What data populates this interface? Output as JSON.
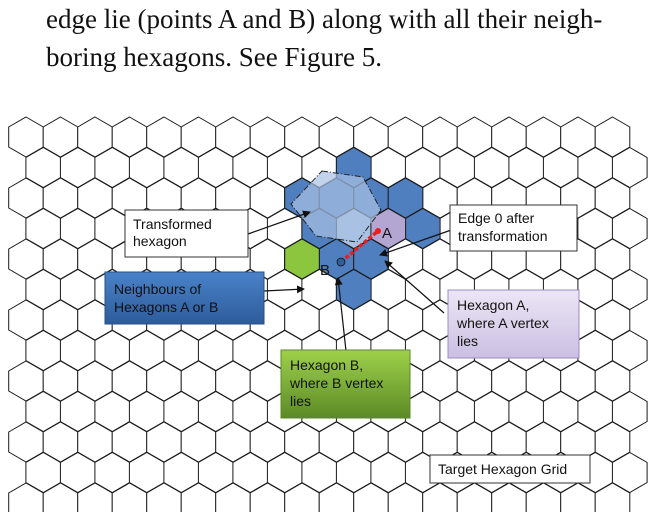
{
  "paragraph": {
    "line1": "edge lie (points A and B) along with all their neigh-",
    "line2": "boring hexagons. See Figure 5."
  },
  "figure": {
    "callouts": {
      "transformed_hexagon": [
        "Transformed",
        "hexagon"
      ],
      "edge0": [
        "Edge 0 after",
        "transformation"
      ],
      "neighbours": [
        "Neighbours of",
        "Hexagons A or B"
      ],
      "hexagon_a": [
        "Hexagon A,",
        "where A vertex",
        "lies"
      ],
      "hexagon_b": [
        "Hexagon B,",
        "where B vertex",
        "lies"
      ],
      "target_grid": [
        "Target Hexagon Grid"
      ]
    },
    "point_labels": {
      "a": "A",
      "b": "B"
    },
    "colors": {
      "neighbour_fill": "#4f7fbf",
      "neighbour_dark": "#2e5f9a",
      "hexagon_a_fill": "#b4a6d2",
      "hexagon_b_fill": "#8cc63e",
      "transformed_fill": "#a9c1e3",
      "edge": "#e62020",
      "hexagon_a_box": "#e0d8ee",
      "hexagon_b_box": "#7aa637",
      "neighbours_box": "#3c6fb6"
    }
  }
}
